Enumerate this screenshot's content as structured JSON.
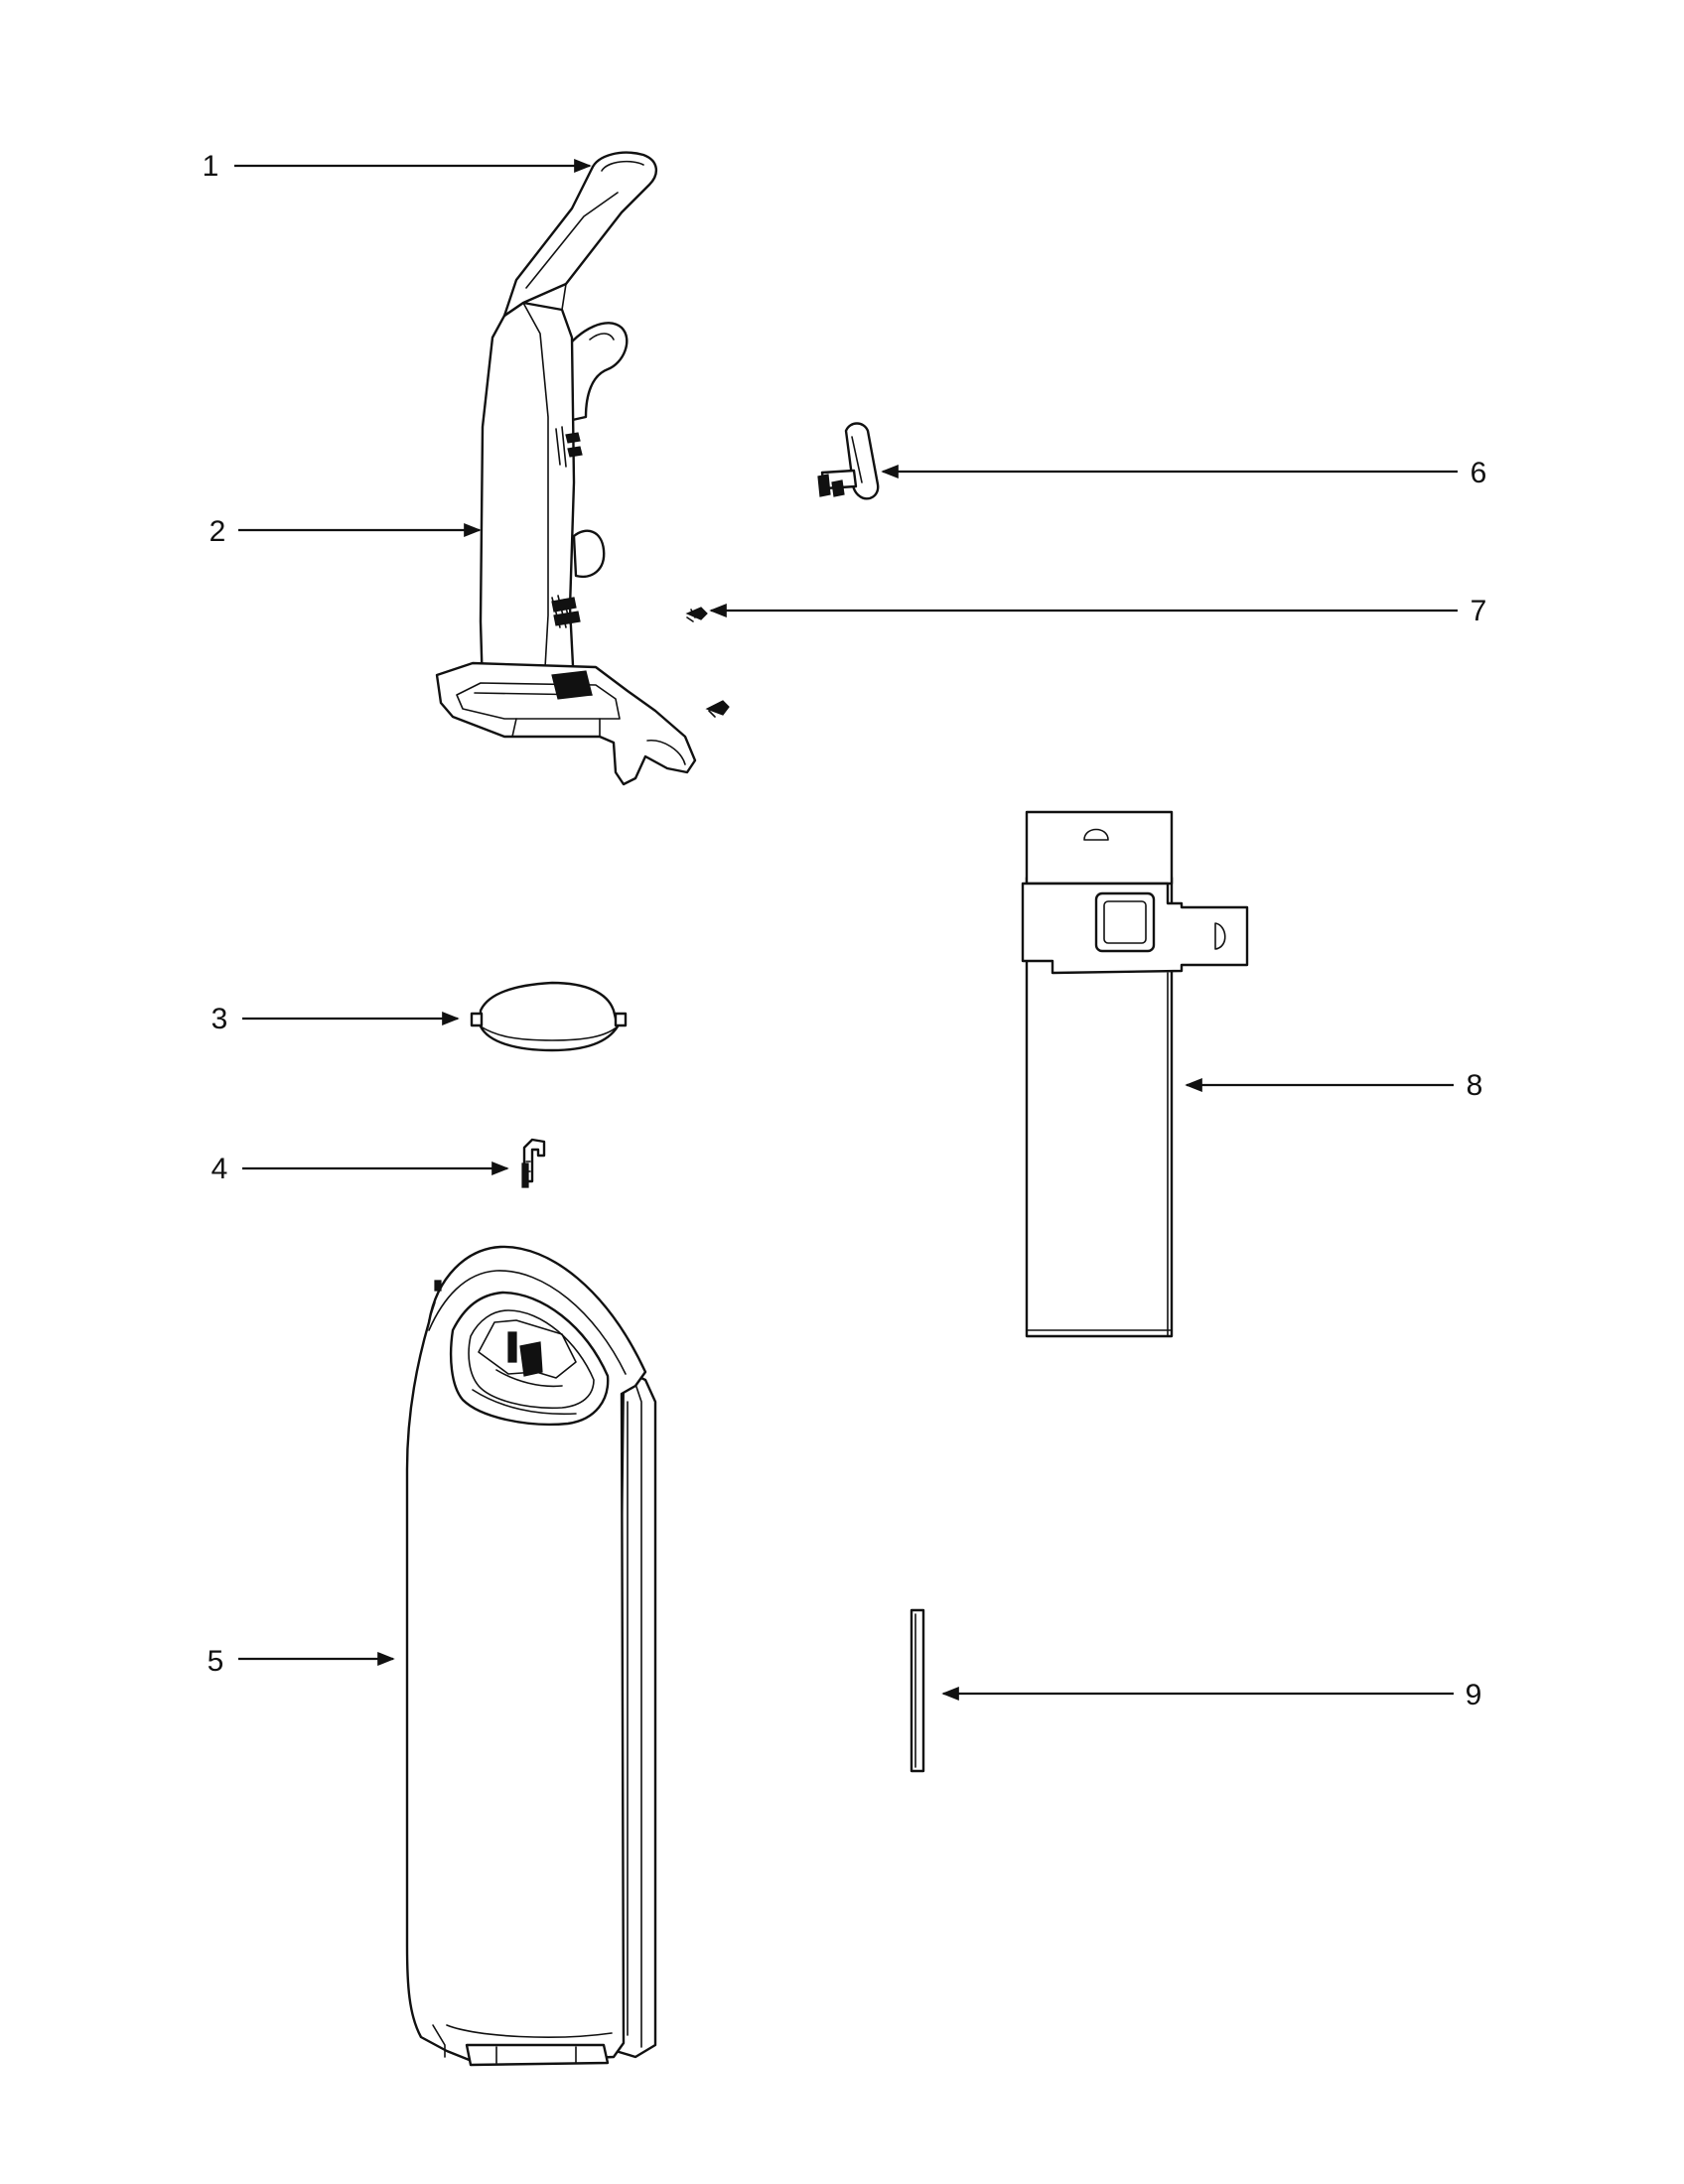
{
  "diagram": {
    "callouts": [
      {
        "id": "1",
        "label": "1"
      },
      {
        "id": "2",
        "label": "2"
      },
      {
        "id": "3",
        "label": "3"
      },
      {
        "id": "4",
        "label": "4"
      },
      {
        "id": "5",
        "label": "5"
      },
      {
        "id": "6",
        "label": "6"
      },
      {
        "id": "7",
        "label": "7"
      },
      {
        "id": "8",
        "label": "8"
      },
      {
        "id": "9",
        "label": "9"
      }
    ],
    "colors": {
      "line": "#111111",
      "background": "#ffffff"
    }
  }
}
